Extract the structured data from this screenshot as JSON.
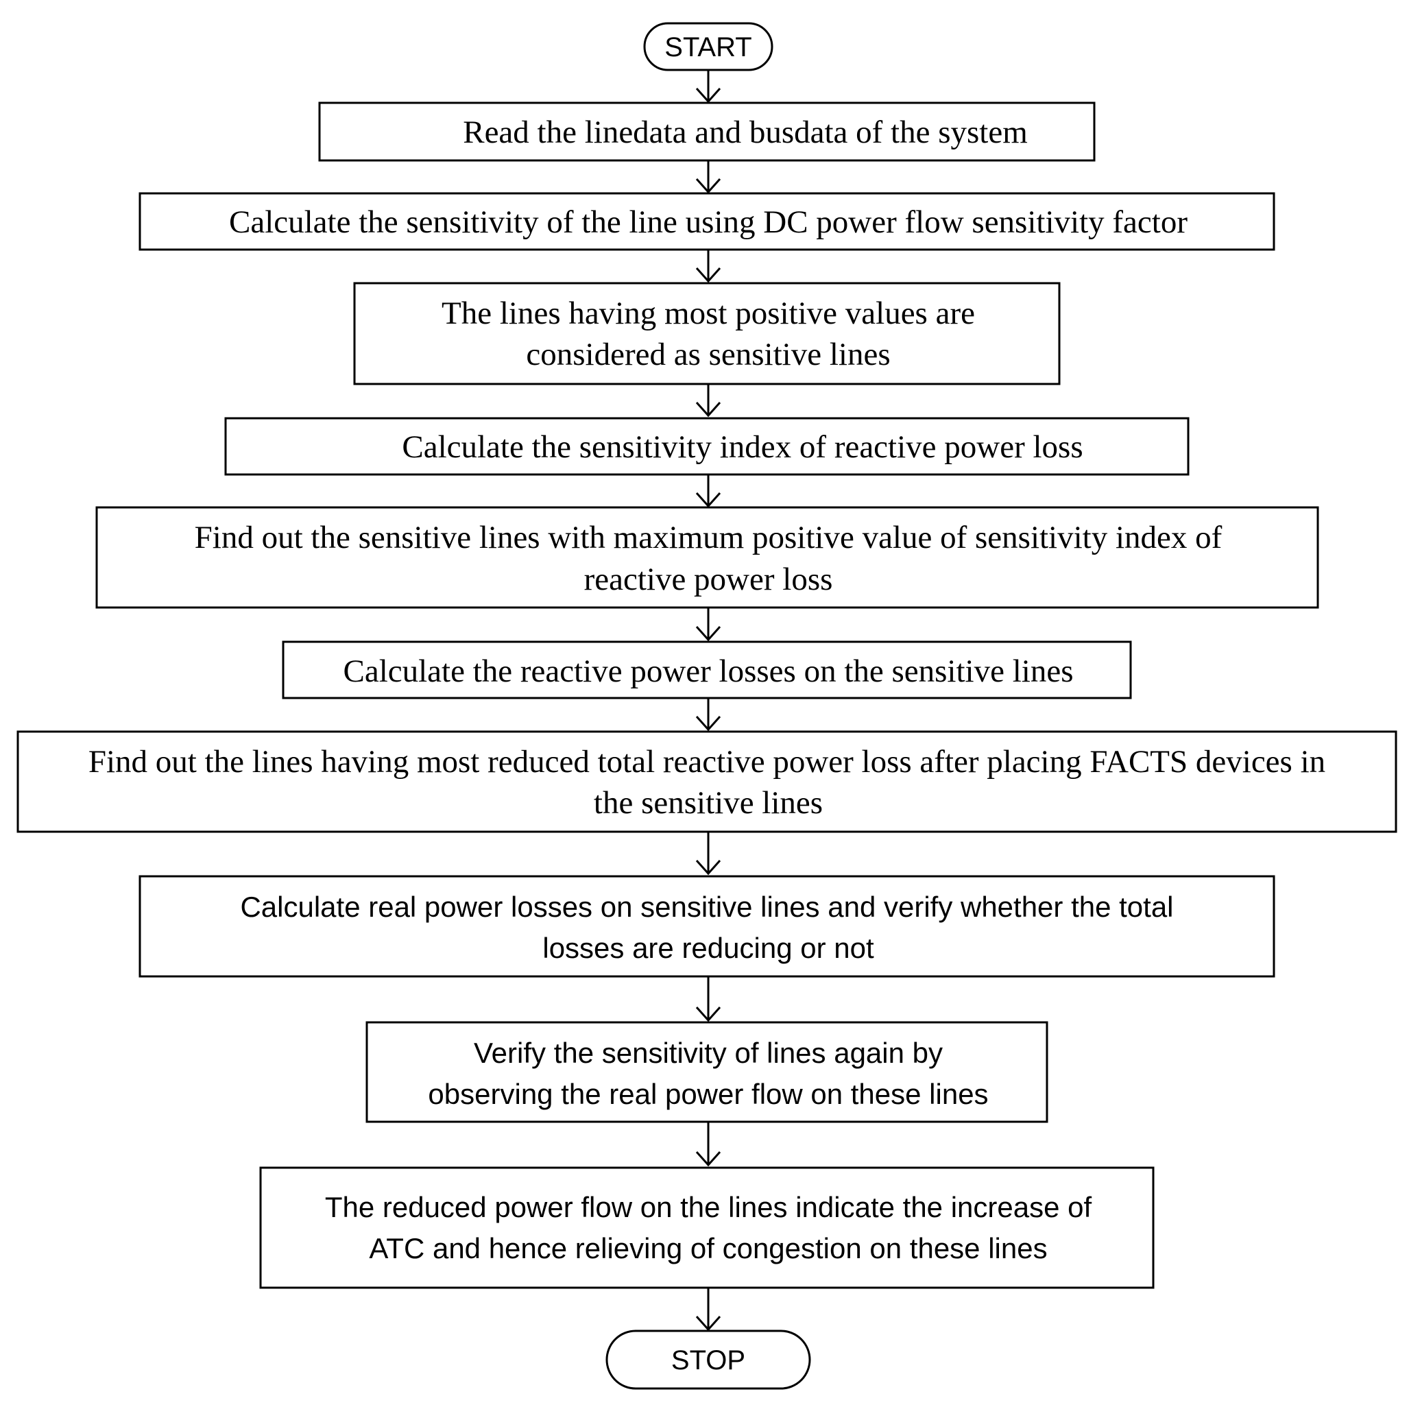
{
  "flowchart": {
    "start": "START",
    "stop": "STOP",
    "steps": [
      {
        "lines": [
          "Read the linedata and busdata of the system"
        ]
      },
      {
        "lines": [
          "Calculate the sensitivity of the line using DC power flow sensitivity factor"
        ]
      },
      {
        "lines": [
          "The lines having most positive values are",
          "considered as sensitive lines"
        ]
      },
      {
        "lines": [
          "Calculate the sensitivity index of reactive power loss"
        ]
      },
      {
        "lines": [
          "Find out the sensitive lines with maximum positive value of sensitivity index of",
          "reactive power loss"
        ]
      },
      {
        "lines": [
          "Calculate the reactive power losses on the sensitive lines"
        ]
      },
      {
        "lines": [
          "Find out the lines having most reduced total reactive power loss after placing FACTS devices in",
          "the sensitive lines"
        ]
      },
      {
        "lines": [
          "Calculate real power losses on sensitive lines and verify whether the total",
          "losses are reducing or not"
        ]
      },
      {
        "lines": [
          "Verify the sensitivity of lines again by",
          "observing the real power flow on these lines"
        ]
      },
      {
        "lines": [
          "The reduced power flow on the lines indicate the increase of",
          "ATC and hence relieving of congestion on these lines"
        ]
      }
    ]
  }
}
